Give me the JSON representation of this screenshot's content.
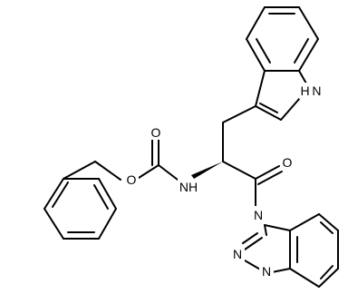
{
  "molecule": {
    "atoms": {
      "nh_indole": "H N",
      "carbamate_o_double": "O",
      "ester_o": "O",
      "nh_carbamate": "NH",
      "ketone_o": "O",
      "n1": "N",
      "n2": "N",
      "n3": "N"
    }
  }
}
